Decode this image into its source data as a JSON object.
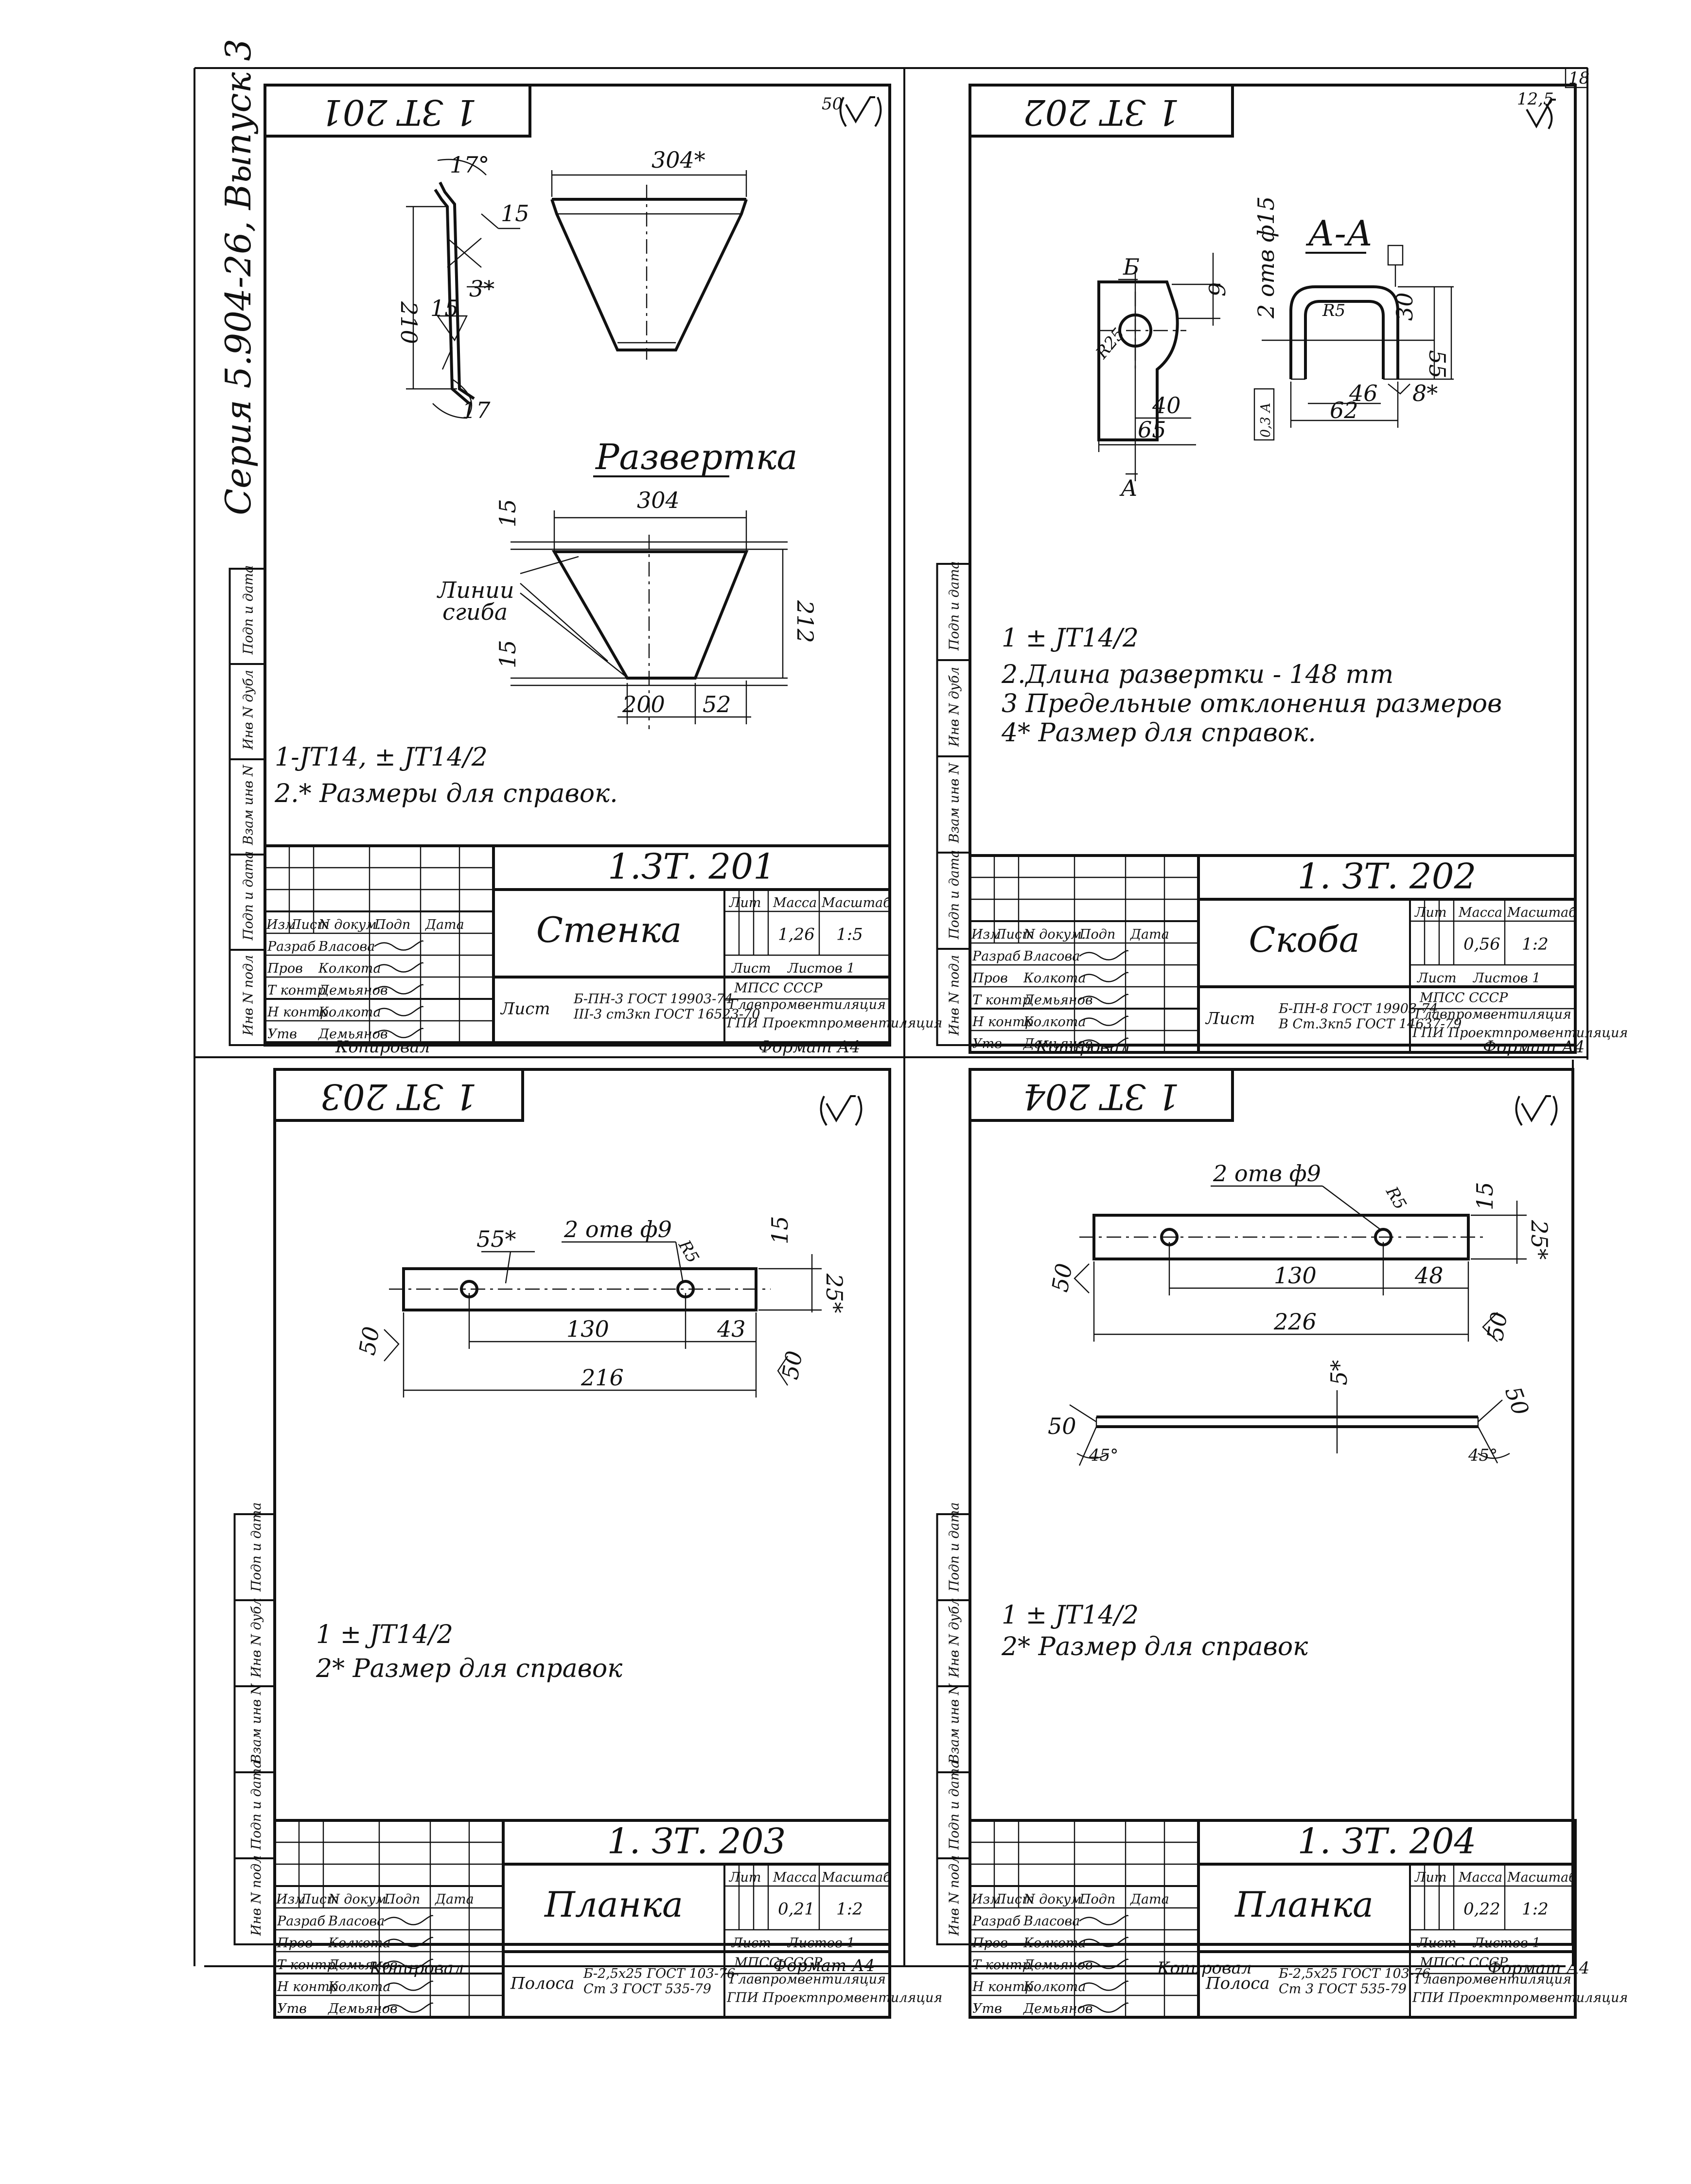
{
  "sheet_corner": "18",
  "sheets": [
    {
      "id": "tl",
      "top_code": "1 ЗТ 201",
      "roughness": "50",
      "drawing_code": "1.ЗТ. 201",
      "name": "Стенка",
      "mass": "1,26",
      "scale": "1:5",
      "sheet_no": "Лист",
      "sheets_count": "Листов  1",
      "material_label": "Лист",
      "material_line1": "Б-ПН-3 ГОСТ 19903-74",
      "material_line2": "III-3 ст3кп ГОСТ 16523-70",
      "org1": "МПСС       СССР",
      "org2": "Главпромвентиляция",
      "org3": "ГПИ Проектпромвентиляция",
      "views": {
        "top_dim": "304*",
        "angle_top": "17°",
        "angle_bottom": "17",
        "dim_15a": "15",
        "dim_15b": "15",
        "dim_210": "210",
        "dim_3": "3*",
        "section_title": "Развертка",
        "flat_304": "304",
        "flat_15a": "15",
        "flat_15b": "15",
        "flat_212": "212",
        "flat_200": "200",
        "flat_52": "52",
        "bend_label_1": "Линии",
        "bend_label_2": "сгиба"
      },
      "notes": [
        "1-JT14,  ± JT14/2",
        "2.* Размеры для справок."
      ]
    },
    {
      "id": "tr",
      "top_code": "1 ЗТ 202",
      "roughness": "12,5",
      "drawing_code": "1. ЗТ. 202",
      "name": "Скоба",
      "mass": "0,56",
      "scale": "1:2",
      "sheet_no": "Лист",
      "sheets_count": "Листов 1",
      "material_label": "Лист",
      "material_line1": "Б-ПН-8 ГОСТ 19903-74",
      "material_line2": "В Ст.3кп5 ГОСТ 14637-79",
      "org1": "МПСС       СССР",
      "org2": "Главпромвентиляция",
      "org3": "ГПИ Проектпромвентиляция",
      "views": {
        "mark_b": "Б",
        "mark_a": "А",
        "section": "А-А",
        "holes": "2 отв ф15",
        "r": "R25",
        "dim_9": "9",
        "dim_40": "40",
        "dim_65": "65",
        "dim_85": "R5",
        "dim_30": "30",
        "dim_55": "55",
        "dim_46": "46",
        "dim_62": "62",
        "dim_8": "8*",
        "tol": "0,3 А"
      },
      "notes": [
        "1        ± JT14/2",
        "2.Длина развертки - 148 mm",
        "3 Предельные отклонения размеров",
        "4* Размер для справок."
      ]
    },
    {
      "id": "bl",
      "top_code": "1 ЗТ 203",
      "roughness": "",
      "drawing_code": "1. ЗТ. 203",
      "name": "Планка",
      "mass": "0,21",
      "scale": "1:2",
      "sheet_no": "Лист",
      "sheets_count": "Листов 1",
      "material_label": "Полоса",
      "material_line1": "Б-2,5х25 ГОСТ 103-76",
      "material_line2": "Ст 3 ГОСТ 535-79",
      "org1": "МПСС       СССР",
      "org2": "Главпромвентиляция",
      "org3": "ГПИ Проектпромвентиляция",
      "views": {
        "dim_55": "55*",
        "holes": "2 отв ф9",
        "r": "R5",
        "dim_15": "15",
        "dim_25": "25*",
        "dim_130": "130",
        "dim_43": "43",
        "dim_216": "216",
        "r50a": "50",
        "r50b": "50"
      },
      "notes": [
        "1        ± JT14/2",
        "2* Размер для справок"
      ]
    },
    {
      "id": "br",
      "top_code": "1 ЗТ 204",
      "roughness": "",
      "drawing_code": "1. ЗТ. 204",
      "name": "Планка",
      "mass": "0,22",
      "scale": "1:2",
      "sheet_no": "Лист",
      "sheets_count": "Листов 1",
      "material_label": "Полоса",
      "material_line1": "Б-2,5х25 ГОСТ 103-76",
      "material_line2": "Ст 3 ГОСТ 535-79",
      "org1": "МПСС       СССР",
      "org2": "Главпромвентиляция",
      "org3": "ГПИ Проектпромвентиляция",
      "views": {
        "holes": "2 отв ф9",
        "r": "R5",
        "dim_15": "15",
        "dim_25": "25*",
        "dim_130": "130",
        "dim_48": "48",
        "dim_226": "226",
        "r50a": "50",
        "r50b": "50",
        "r50c": "50",
        "r50d": "50",
        "dim_5": "5*",
        "ang_a": "45°",
        "ang_b": "45°"
      },
      "notes": [
        "1        ± JT14/2",
        "2* Размер для справок"
      ]
    }
  ],
  "title_block_labels": {
    "izm": "Изм",
    "list": "Лист",
    "ndok": "N докум.",
    "podp": "Подп",
    "data": "Дата",
    "razrab": "Разраб",
    "prov": "Пров",
    "tkontr": "Т контр",
    "nkontr": "Н контр",
    "utv": "Утв",
    "p1": "Власова",
    "p2": "Колкотa",
    "p3": "Демьянов",
    "p4": "Колкотa",
    "p5": "Демьянов",
    "lit": "Лит",
    "massa": "Масса",
    "masshtab": "Масштаб"
  },
  "copy_label": "Копировал",
  "format_label": "Формат А4",
  "series": "Серия 5.904-26, Выпуск 3",
  "side_stamps": [
    "Инв N подл",
    "Подп и дата",
    "Взам инв N",
    "Инв N дубл",
    "Подп и дата"
  ]
}
